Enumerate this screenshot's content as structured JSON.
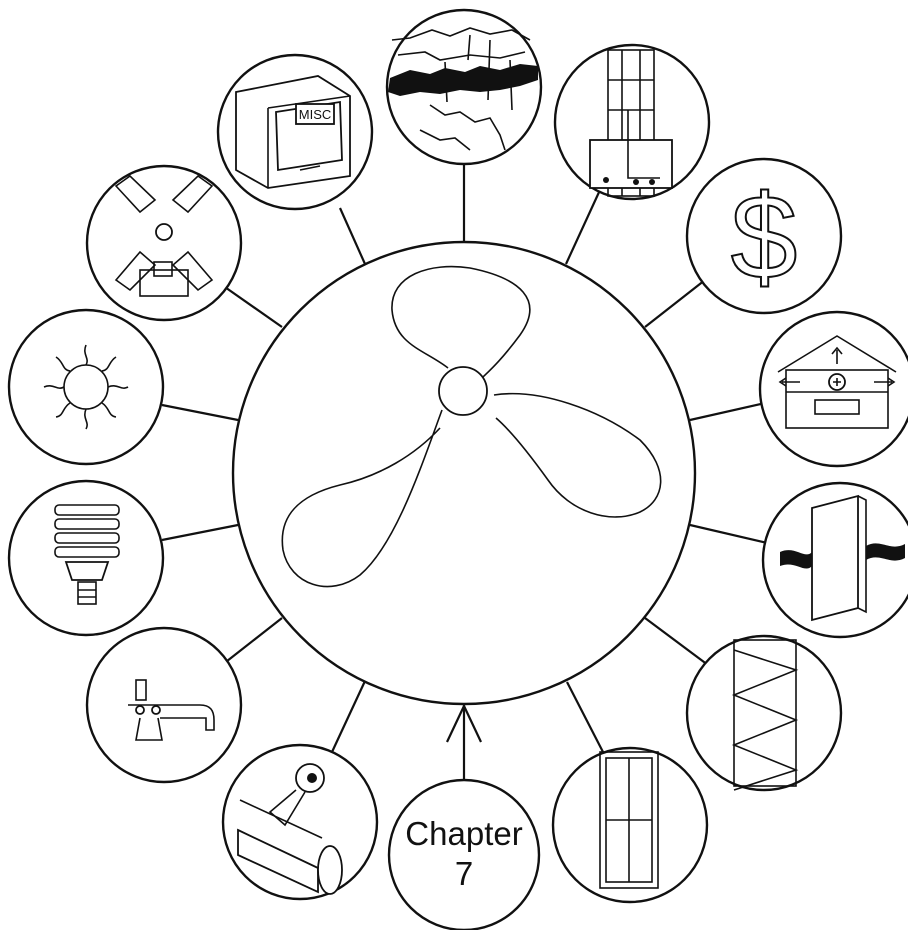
{
  "center": {
    "icon": "ceiling-fan-blades-icon"
  },
  "chapter_node": {
    "line1": "Chapter",
    "line2": "7"
  },
  "file_label": "MISC",
  "dollar_sign": "$",
  "nodes": [
    {
      "id": "us-map",
      "icon": "us-map-climate-band-icon"
    },
    {
      "id": "duct",
      "icon": "duct-riser-icon"
    },
    {
      "id": "dollar",
      "icon": "dollar-icon"
    },
    {
      "id": "house",
      "icon": "house-airflow-icon"
    },
    {
      "id": "wall",
      "icon": "wall-panel-icon"
    },
    {
      "id": "insulation",
      "icon": "insulation-batt-icon"
    },
    {
      "id": "window",
      "icon": "window-icon"
    },
    {
      "id": "chapter",
      "icon": "chapter-label"
    },
    {
      "id": "pipe-tape",
      "icon": "duct-pipe-and-tape-icon"
    },
    {
      "id": "faucet",
      "icon": "faucet-icon"
    },
    {
      "id": "lightbulb",
      "icon": "cfl-lightbulb-icon"
    },
    {
      "id": "sun",
      "icon": "sun-icon"
    },
    {
      "id": "windmill",
      "icon": "windmill-icon"
    },
    {
      "id": "file-cabinet",
      "icon": "file-cabinet-icon"
    }
  ]
}
